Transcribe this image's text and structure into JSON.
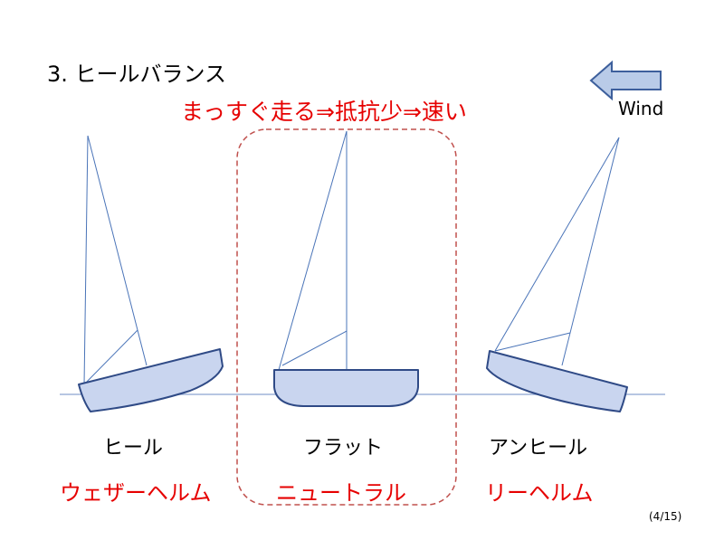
{
  "title": "3. ヒールバランス",
  "headline": "まっすぐ走る⇒抵抗少⇒速い",
  "wind": {
    "label": "Wind",
    "icon": "left-arrow-icon"
  },
  "boats": [
    {
      "label": "ヒール",
      "helm": "ウェザーヘルム"
    },
    {
      "label": "フラット",
      "helm": "ニュートラル"
    },
    {
      "label": "アンヒール",
      "helm": "リーヘルム"
    }
  ],
  "page_number": "(4/15)",
  "colors": {
    "hull_fill": "#c9d5ef",
    "hull_stroke": "#2f4a86",
    "rig_line": "#4a74b8",
    "water_line": "#9fb4d8",
    "highlight_box": "#c0504d",
    "accent_red": "#e60000",
    "wind_arrow_fill": "#b9cbe8",
    "wind_arrow_stroke": "#3d5f9c"
  }
}
